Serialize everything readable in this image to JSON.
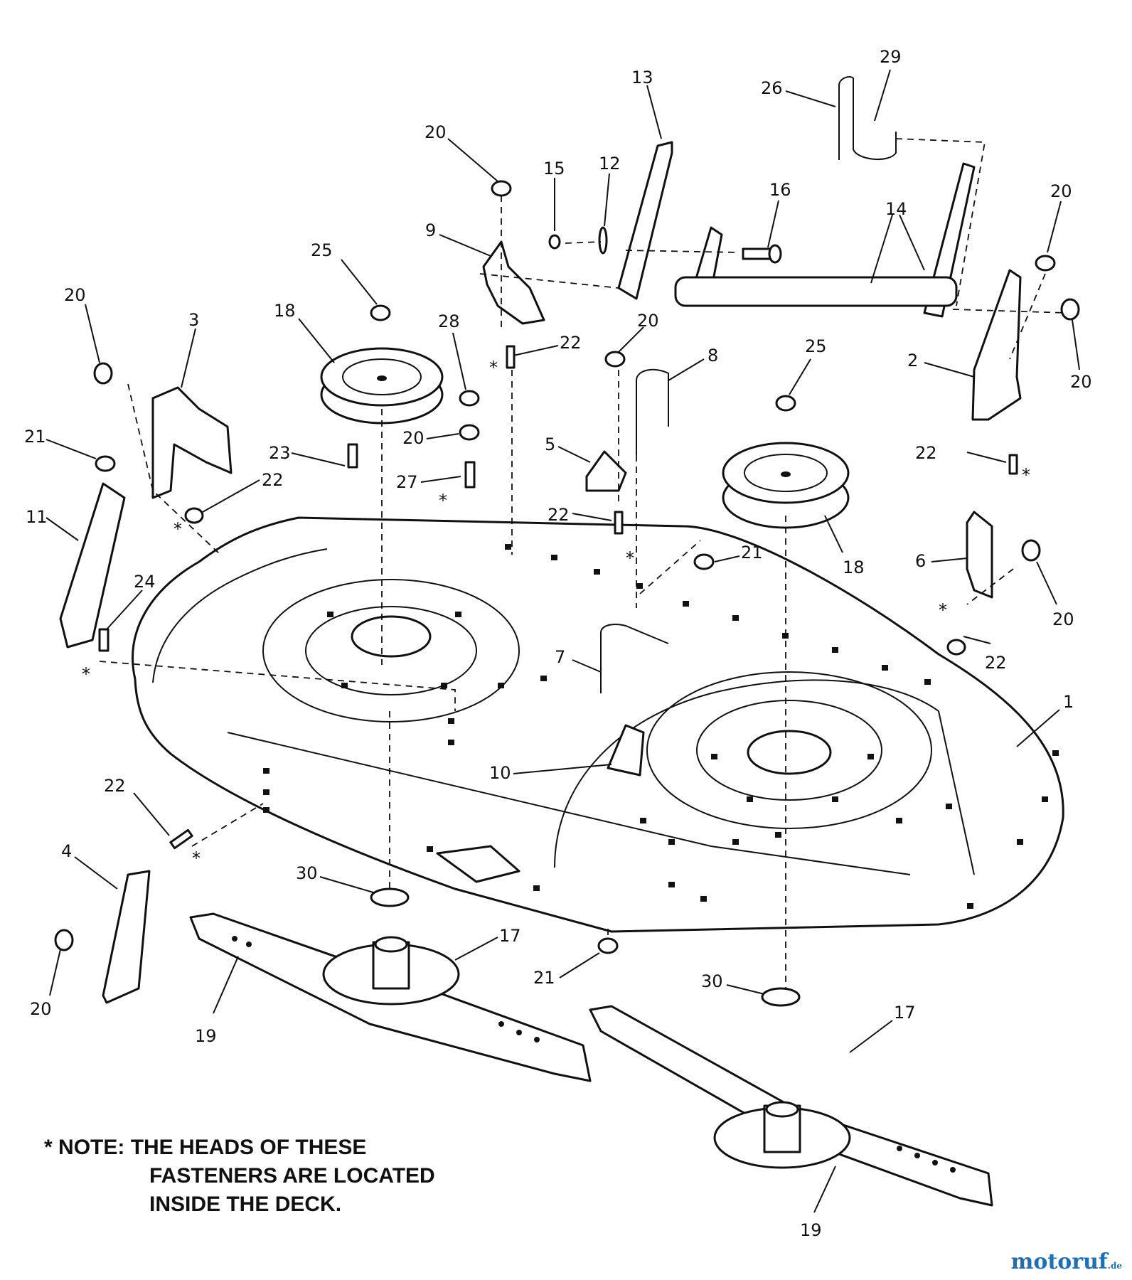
{
  "diagram": {
    "callouts": [
      "1",
      "2",
      "3",
      "4",
      "5",
      "6",
      "7",
      "8",
      "9",
      "10",
      "11",
      "12",
      "13",
      "14",
      "15",
      "16",
      "17",
      "18",
      "19",
      "20",
      "21",
      "22",
      "23",
      "24",
      "25",
      "26",
      "27",
      "28",
      "29",
      "30"
    ],
    "asterisk": "*"
  },
  "note": {
    "marker": "*",
    "line1": "NOTE: THE HEADS OF THESE",
    "line2": "FASTENERS ARE LOCATED",
    "line3": "INSIDE THE DECK."
  },
  "watermark": {
    "text": "motoruf",
    "suffix": ".de"
  }
}
